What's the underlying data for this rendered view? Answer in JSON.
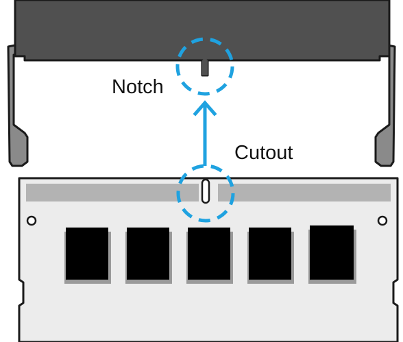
{
  "labels": {
    "notch": "Notch",
    "cutout": "Cutout"
  },
  "colors": {
    "slot_body": "#505050",
    "slot_outline": "#1a1a1a",
    "latch_fill": "#8a8a8a",
    "module_board": "#ececec",
    "module_outline": "#1a1a1a",
    "contact_strip": "#b3b3b3",
    "chip": "#000000",
    "chip_shadow": "#9a9a9a",
    "highlight": "#1fa2e0"
  },
  "module": {
    "chip_count": 5,
    "mounting_holes": 2
  }
}
